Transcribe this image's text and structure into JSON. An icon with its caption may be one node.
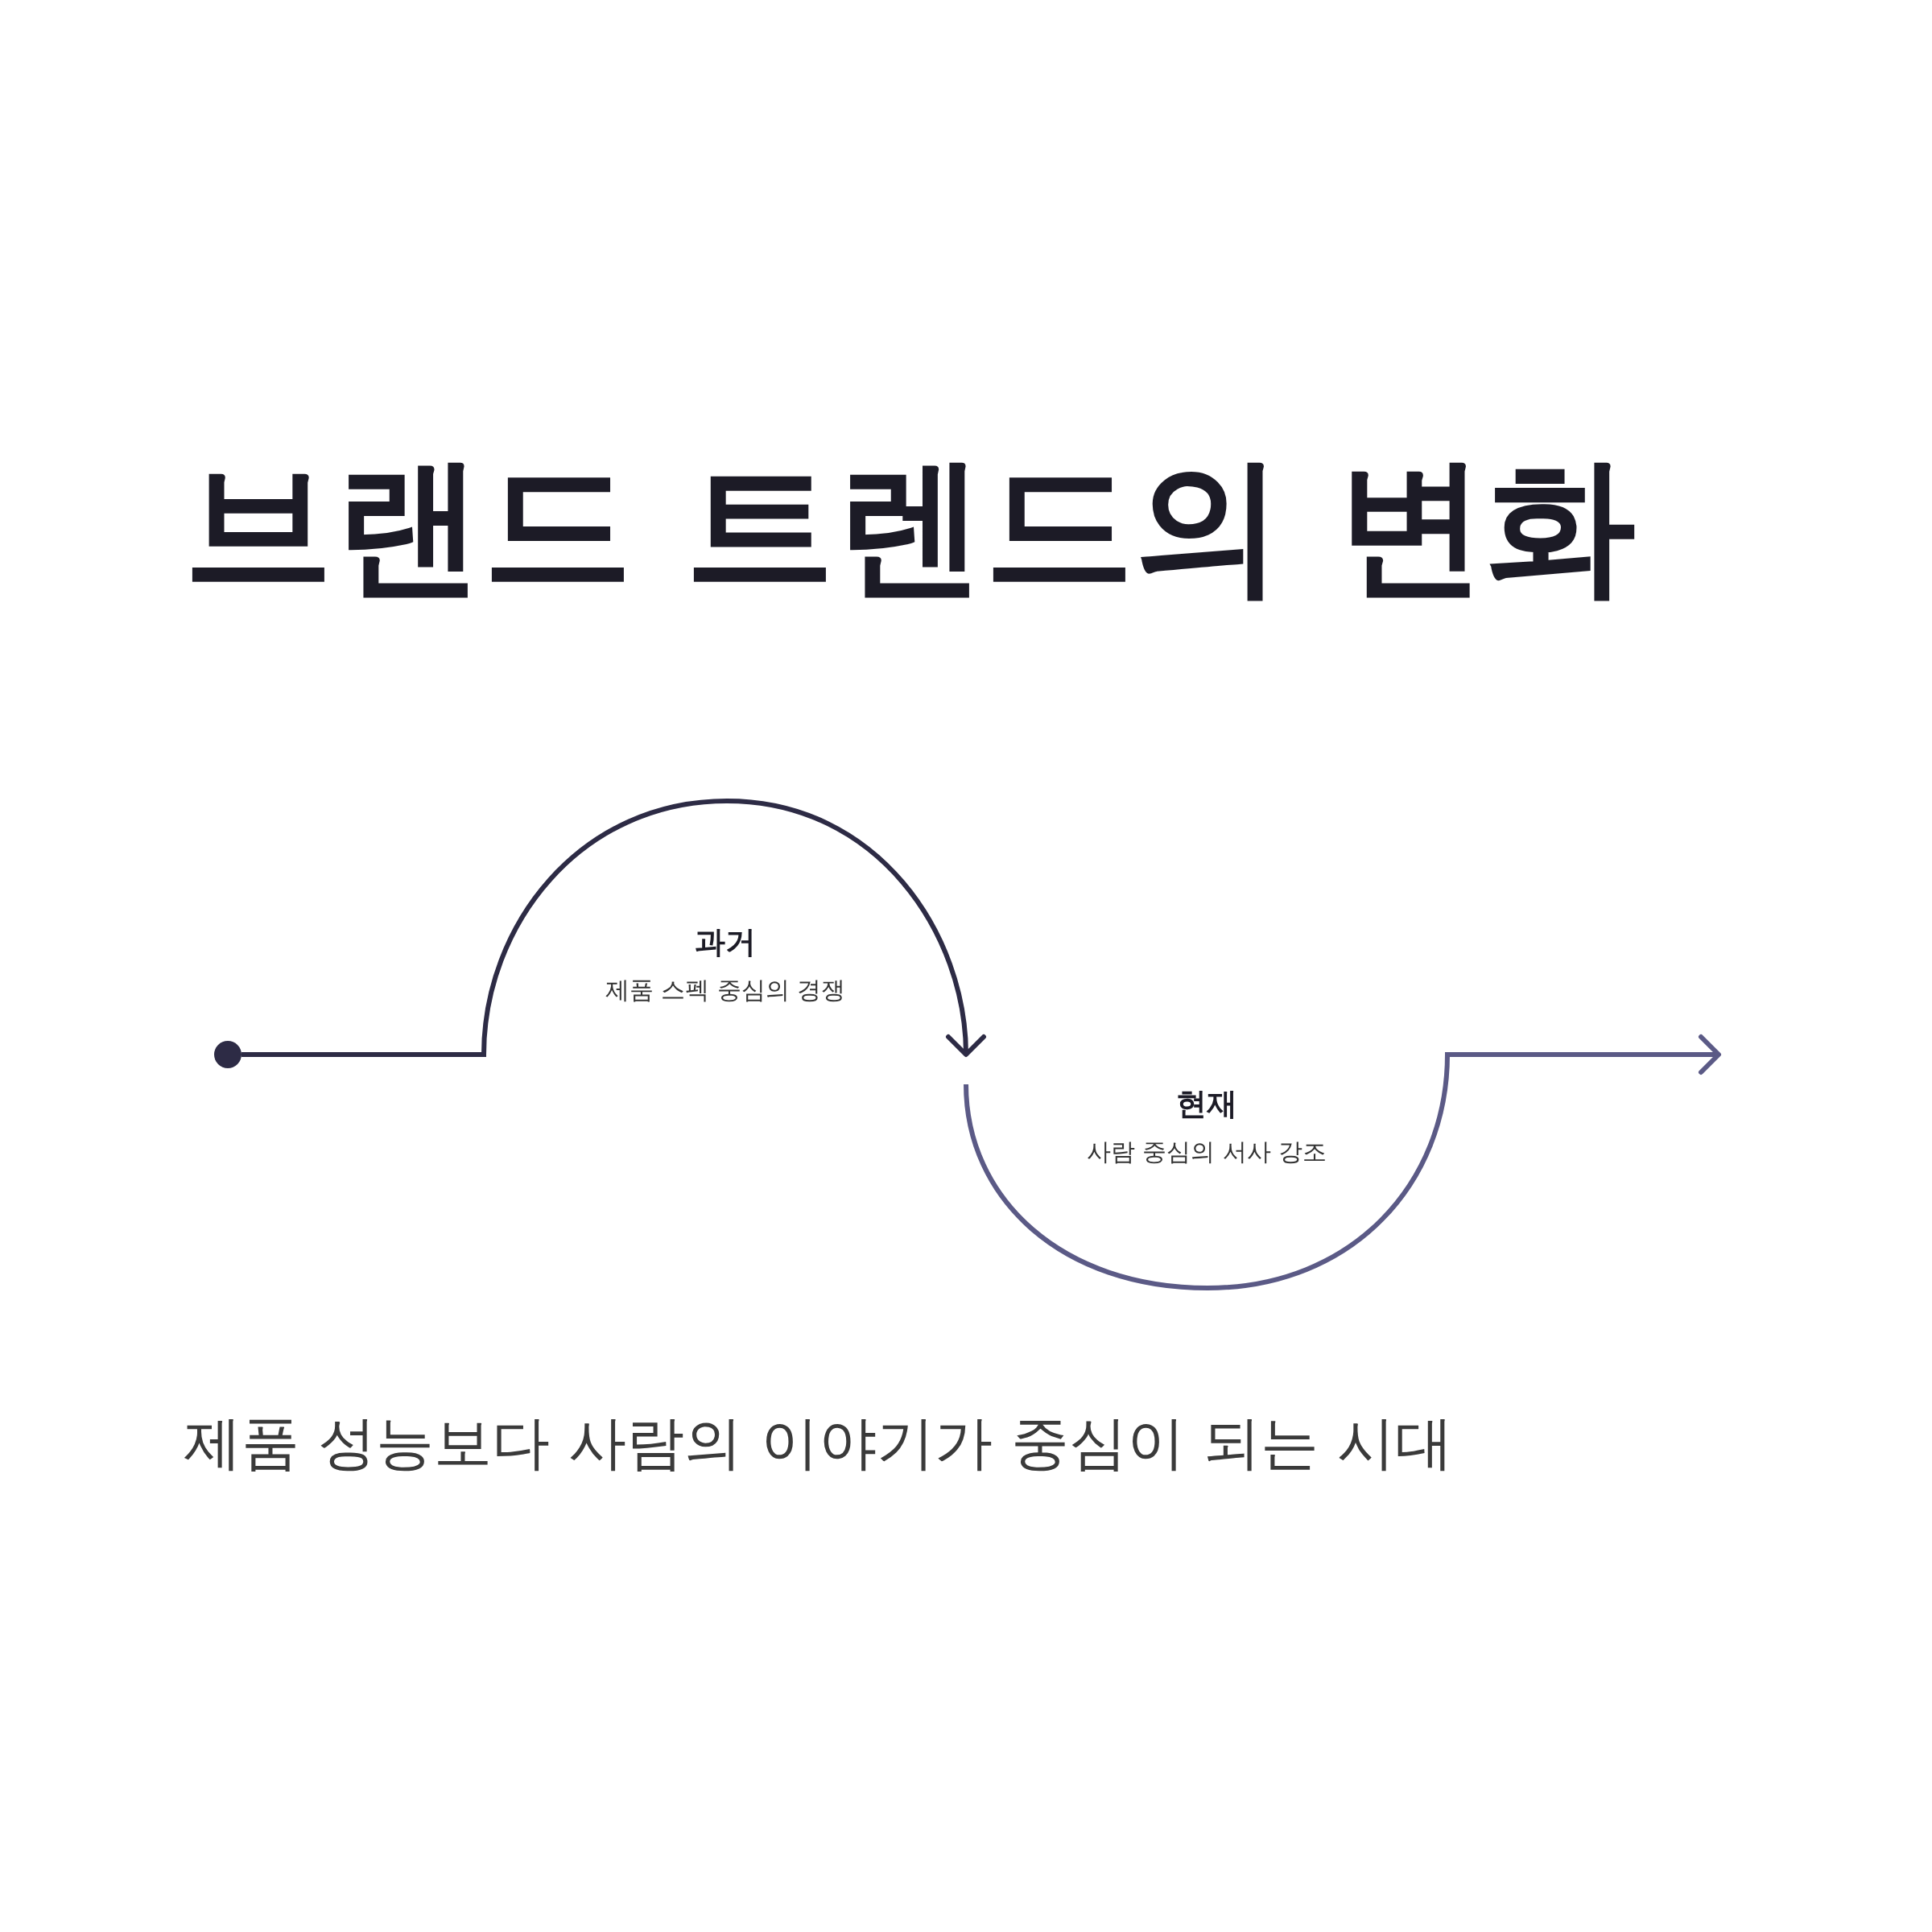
{
  "diagram": {
    "title": "브랜드 트렌드의 변화",
    "nodes": [
      {
        "text": [],
        "shape": "circle"
      },
      {
        "text": [
          "과거",
          "제품 스펙 중심의 경쟁"
        ]
      },
      {
        "text": [
          "현재",
          "사람 중심의 서사 강조"
        ]
      }
    ],
    "edges": [
      {
        "from": 0,
        "to": 2,
        "arrow": "to"
      },
      {
        "from": 2,
        "to": null,
        "arrow": "to",
        "color": "#5b5a86"
      }
    ],
    "labels": [
      "제품 성능보다 사람의 이야기가 중심이 되는 시대"
    ]
  }
}
